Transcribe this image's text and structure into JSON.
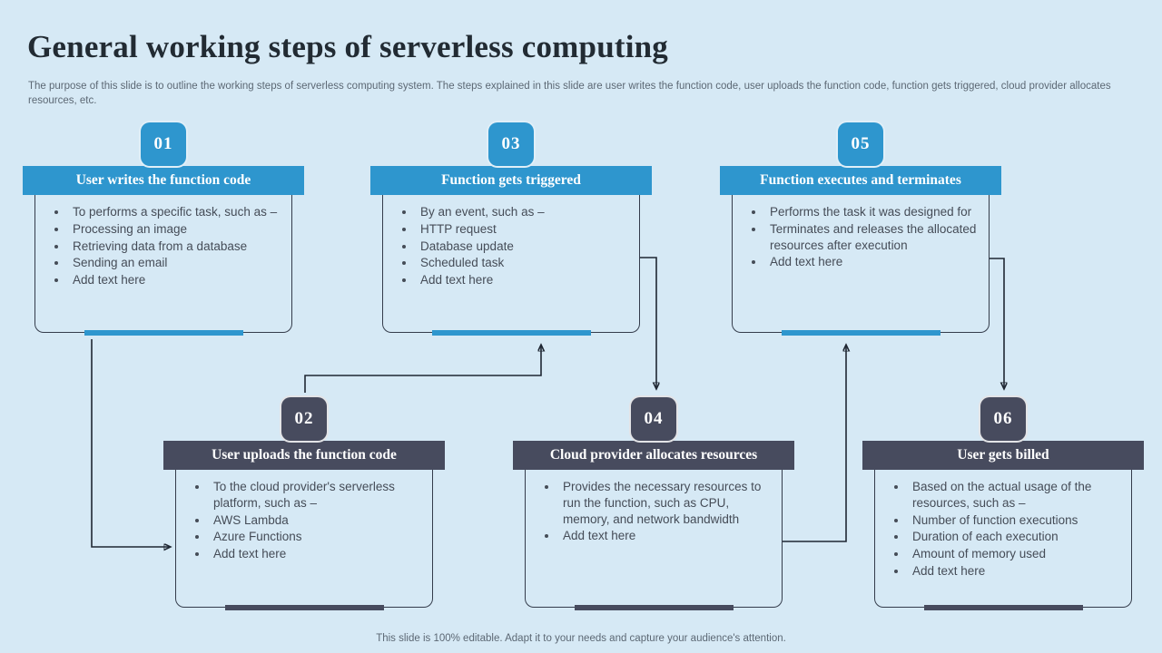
{
  "title": "General working steps of serverless computing",
  "subtitle": "The purpose of this slide is to outline the working steps of serverless computing system. The steps explained in this slide are user writes the function code, user uploads the function code, function gets triggered, cloud provider allocates resources, etc.",
  "footer": "This slide is 100% editable. Adapt it to your needs and capture your audience's attention.",
  "colors": {
    "background": "#D6E9F5",
    "accent_blue": "#2E96CE",
    "accent_dark": "#474B5E",
    "connector": "#1F2733",
    "body_text": "#454C57",
    "muted_text": "#5C6874"
  },
  "steps": [
    {
      "number": "01",
      "title": "User writes the function code",
      "theme": "blue",
      "bullets": [
        "To performs a specific task, such as –",
        "Processing an image",
        "Retrieving data from a database",
        "Sending an email",
        "Add text here"
      ]
    },
    {
      "number": "02",
      "title": "User uploads the function code",
      "theme": "dark",
      "bullets": [
        "To the cloud provider's serverless platform, such as –",
        "AWS Lambda",
        "Azure Functions",
        "Add text here"
      ]
    },
    {
      "number": "03",
      "title": "Function gets triggered",
      "theme": "blue",
      "bullets": [
        "By an event, such as –",
        "HTTP request",
        "Database update",
        "Scheduled task",
        "Add text here"
      ]
    },
    {
      "number": "04",
      "title": "Cloud provider allocates resources",
      "theme": "dark",
      "bullets": [
        "Provides the necessary resources to run the function, such as CPU, memory, and network bandwidth",
        "Add text here"
      ]
    },
    {
      "number": "05",
      "title": "Function executes and terminates",
      "theme": "blue",
      "bullets": [
        "Performs the task it was designed for",
        "Terminates and releases the allocated resources after execution",
        "Add text here"
      ]
    },
    {
      "number": "06",
      "title": "User gets billed",
      "theme": "dark",
      "bullets": [
        "Based on the actual usage of the resources, such as –",
        "Number of function executions",
        "Duration of each execution",
        "Amount of memory used",
        "Add text here"
      ]
    }
  ]
}
